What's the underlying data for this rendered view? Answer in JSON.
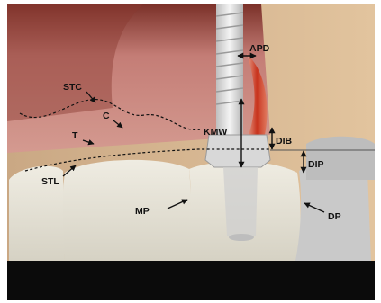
{
  "figure": {
    "labels": {
      "apd": "APD",
      "stc": "STC",
      "c": "C",
      "t": "T",
      "kmw": "KMW",
      "dib": "DIB",
      "dip": "DIP",
      "stl": "STL",
      "mp": "MP",
      "dp": "DP"
    },
    "colors": {
      "background": "#ffffff",
      "frame_bottom": "#0b0b0b",
      "gingiva": "#c47d76",
      "tooth": "#e6e3d6",
      "implant": "#dcdcdc",
      "tissue_red": "#c8341e",
      "backdrop": "#d7b690",
      "annotation": "#111111"
    }
  }
}
